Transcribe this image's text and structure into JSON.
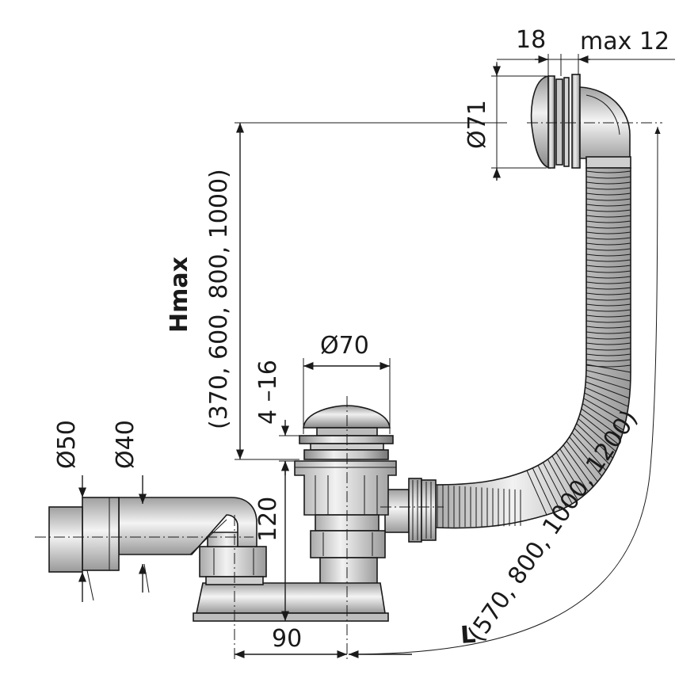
{
  "dimensions": {
    "overflow_depth": "18",
    "overflow_wall": "max 12",
    "overflow_diameter": "Ø71",
    "plug_diameter": "Ø70",
    "plug_gap": "4 –16",
    "height_120": "120",
    "offset_90": "90",
    "outlet_outer_diameter": "Ø50",
    "outlet_inner_diameter": "Ø40",
    "hmax_label": "Hmax",
    "hmax_values": "(370, 600, 800, 1000)",
    "length_label": "L",
    "length_values": "(570, 800, 1000, 1200)"
  },
  "colors": {
    "line": "#1a1a1a",
    "metal_light": "#e6e6e6",
    "metal_mid": "#b8b8b8",
    "metal_dark": "#7a7a7a",
    "plastic": "#d9d9d9"
  }
}
